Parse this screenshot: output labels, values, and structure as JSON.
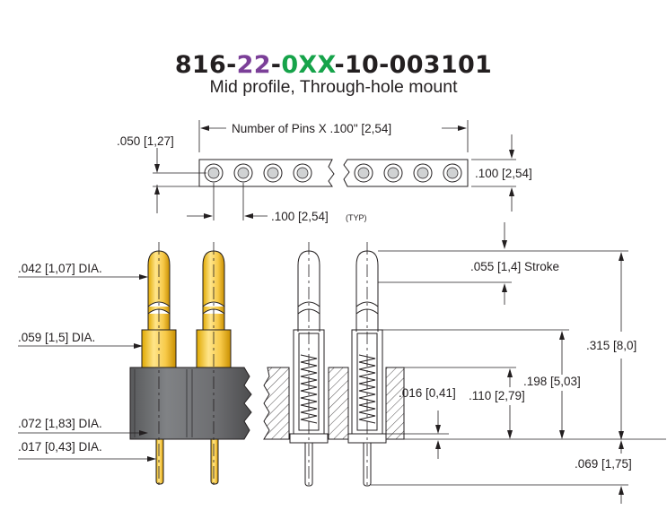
{
  "part_number": {
    "seg1": "816-",
    "seg2": "22",
    "dash2": "-",
    "seg3": "0XX",
    "seg4": "-10-003101"
  },
  "subtitle": "Mid profile, Through-hole mount",
  "colors": {
    "series_code": "#7b3f98",
    "variant_code": "#16a34a",
    "pin_gold": "#f7c948",
    "insulator": "#6d6e71"
  },
  "dimensions": {
    "num_pins": "Number of Pins X .100\" [2,54]",
    "edge_050": ".050 [1,27]",
    "width_100": ".100 [2,54]",
    "pitch_100": ".100 [2,54]",
    "typ": "(TYP)",
    "tip_dia": ".042 [1,07] DIA.",
    "stroke": ".055 [1,4] Stroke",
    "barrel_dia": ".059 [1,5] DIA.",
    "height_315": ".315 [8,0]",
    "height_198": ".198 [5,03]",
    "dim_016": ".016 [0,41]",
    "dim_110": ".110 [2,79]",
    "collar_dia": ".072 [1,83] DIA.",
    "tail_dia": ".017 [0,43] DIA.",
    "tail_069": ".069 [1,75]"
  }
}
